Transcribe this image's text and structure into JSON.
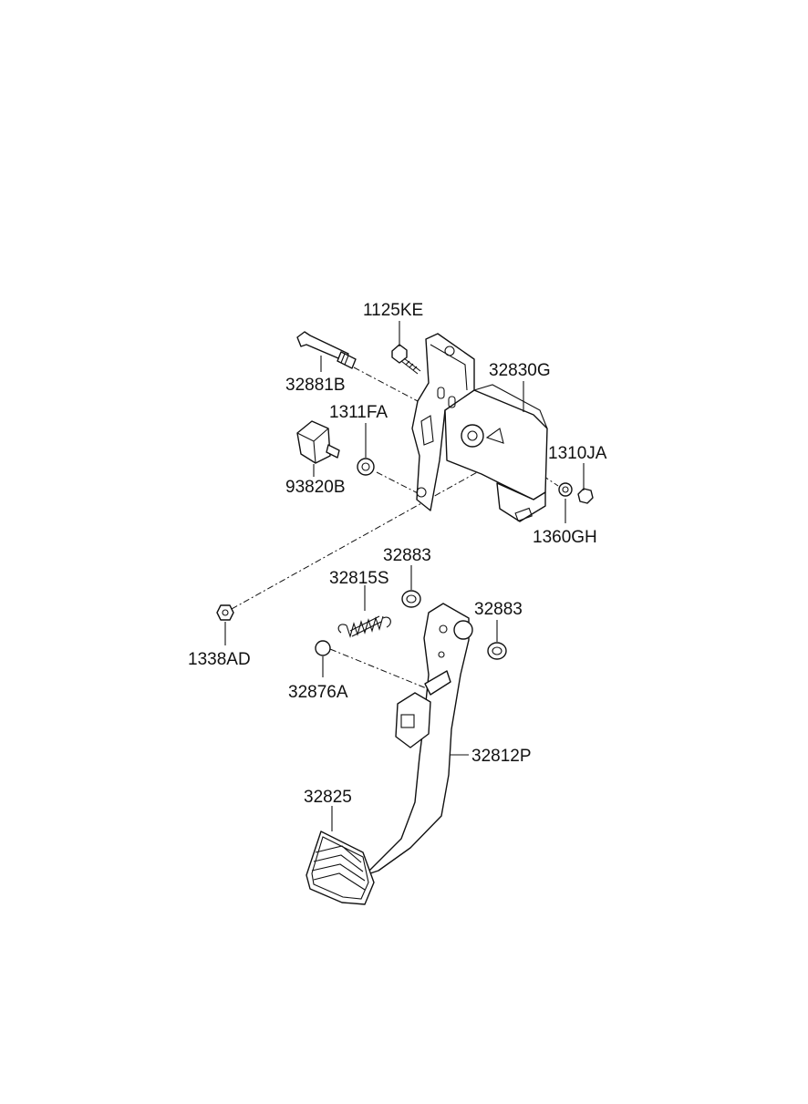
{
  "parts": [
    {
      "id": "p1125KE",
      "label": "1125KE"
    },
    {
      "id": "p32881B",
      "label": "32881B"
    },
    {
      "id": "p32830G",
      "label": "32830G"
    },
    {
      "id": "p1311FA",
      "label": "1311FA"
    },
    {
      "id": "p1310JA",
      "label": "1310JA"
    },
    {
      "id": "p93820B",
      "label": "93820B"
    },
    {
      "id": "p1360GH",
      "label": "1360GH"
    },
    {
      "id": "p32883a",
      "label": "32883"
    },
    {
      "id": "p32815S",
      "label": "32815S"
    },
    {
      "id": "p32883b",
      "label": "32883"
    },
    {
      "id": "p1338AD",
      "label": "1338AD"
    },
    {
      "id": "p32876A",
      "label": "32876A"
    },
    {
      "id": "p32812P",
      "label": "32812P"
    },
    {
      "id": "p32825",
      "label": "32825"
    }
  ]
}
